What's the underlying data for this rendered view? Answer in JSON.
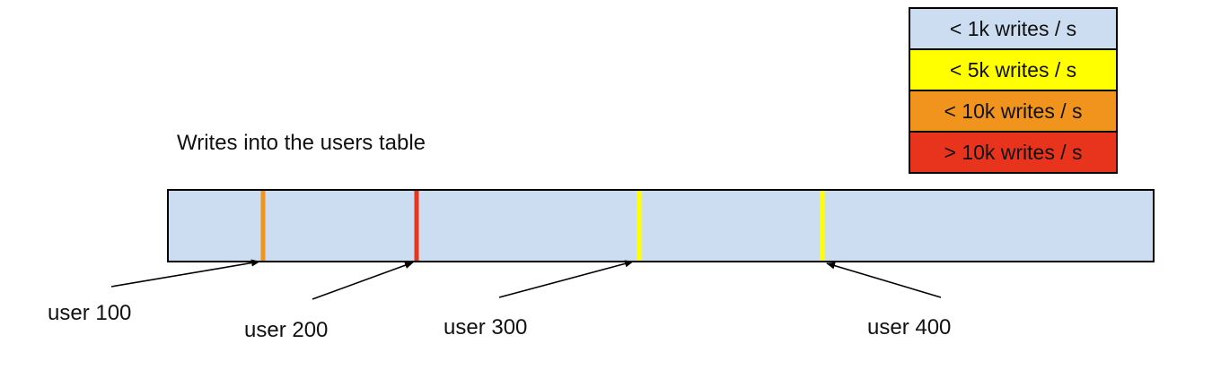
{
  "title": "Writes into the users table",
  "legend": {
    "items": [
      {
        "label": "< 1k writes / s",
        "color": "#ccdcf1"
      },
      {
        "label": "< 5k writes / s",
        "color": "#ffff00"
      },
      {
        "label": "< 10k writes / s",
        "color": "#f0941e"
      },
      {
        "label": "> 10k writes / s",
        "color": "#e8341c"
      }
    ]
  },
  "table_bar": {
    "fill": "#ccdcf1",
    "markers": [
      {
        "user": "user 100",
        "write_rate": "< 10k writes / s",
        "color": "#f0941e",
        "position_left": "9.6%"
      },
      {
        "user": "user 200",
        "write_rate": "> 10k writes / s",
        "color": "#e8341c",
        "position_left": "25.2%"
      },
      {
        "user": "user 300",
        "write_rate": "< 5k writes / s",
        "color": "#ffff00",
        "position_left": "47.8%"
      },
      {
        "user": "user 400",
        "write_rate": "< 5k writes / s",
        "color": "#ffff00",
        "position_left": "66.4%"
      }
    ]
  }
}
